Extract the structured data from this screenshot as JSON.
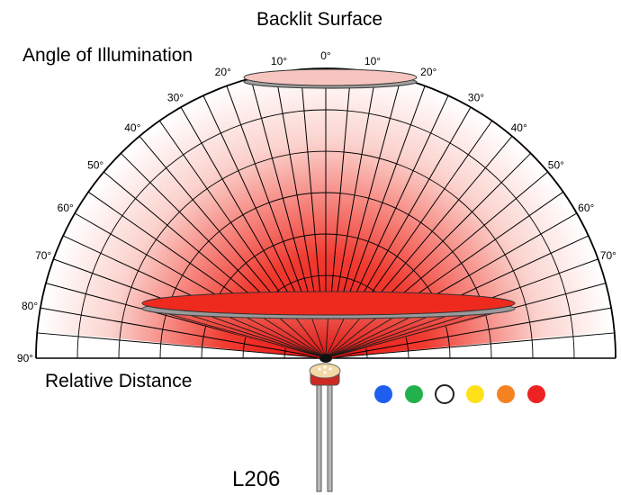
{
  "title": "Backlit Surface",
  "angle_label": "Angle of Illumination",
  "distance_label": "Relative Distance",
  "part_number": "L206",
  "angle_ticks": {
    "left": [
      "10°",
      "20°",
      "30°",
      "40°",
      "50°",
      "60°",
      "70°",
      "80°",
      "90°"
    ],
    "right": [
      "10°",
      "20°",
      "30°",
      "40°",
      "50°",
      "60°",
      "70°"
    ],
    "center": "0°"
  },
  "color_swatches": [
    {
      "name": "blue",
      "color": "#1f5ff0"
    },
    {
      "name": "green",
      "color": "#22b14c"
    },
    {
      "name": "white",
      "color": "#ffffff"
    },
    {
      "name": "yellow",
      "color": "#ffe119"
    },
    {
      "name": "orange",
      "color": "#f58220"
    },
    {
      "name": "red",
      "color": "#ee2222"
    }
  ],
  "colors": {
    "beam_core": "#e8110f",
    "beam_edge": "#ffffff",
    "surface_near": "#ee2a1e",
    "surface_far": "#f7c5bf",
    "grid": "#000000",
    "rim": "#8a8a8a"
  }
}
